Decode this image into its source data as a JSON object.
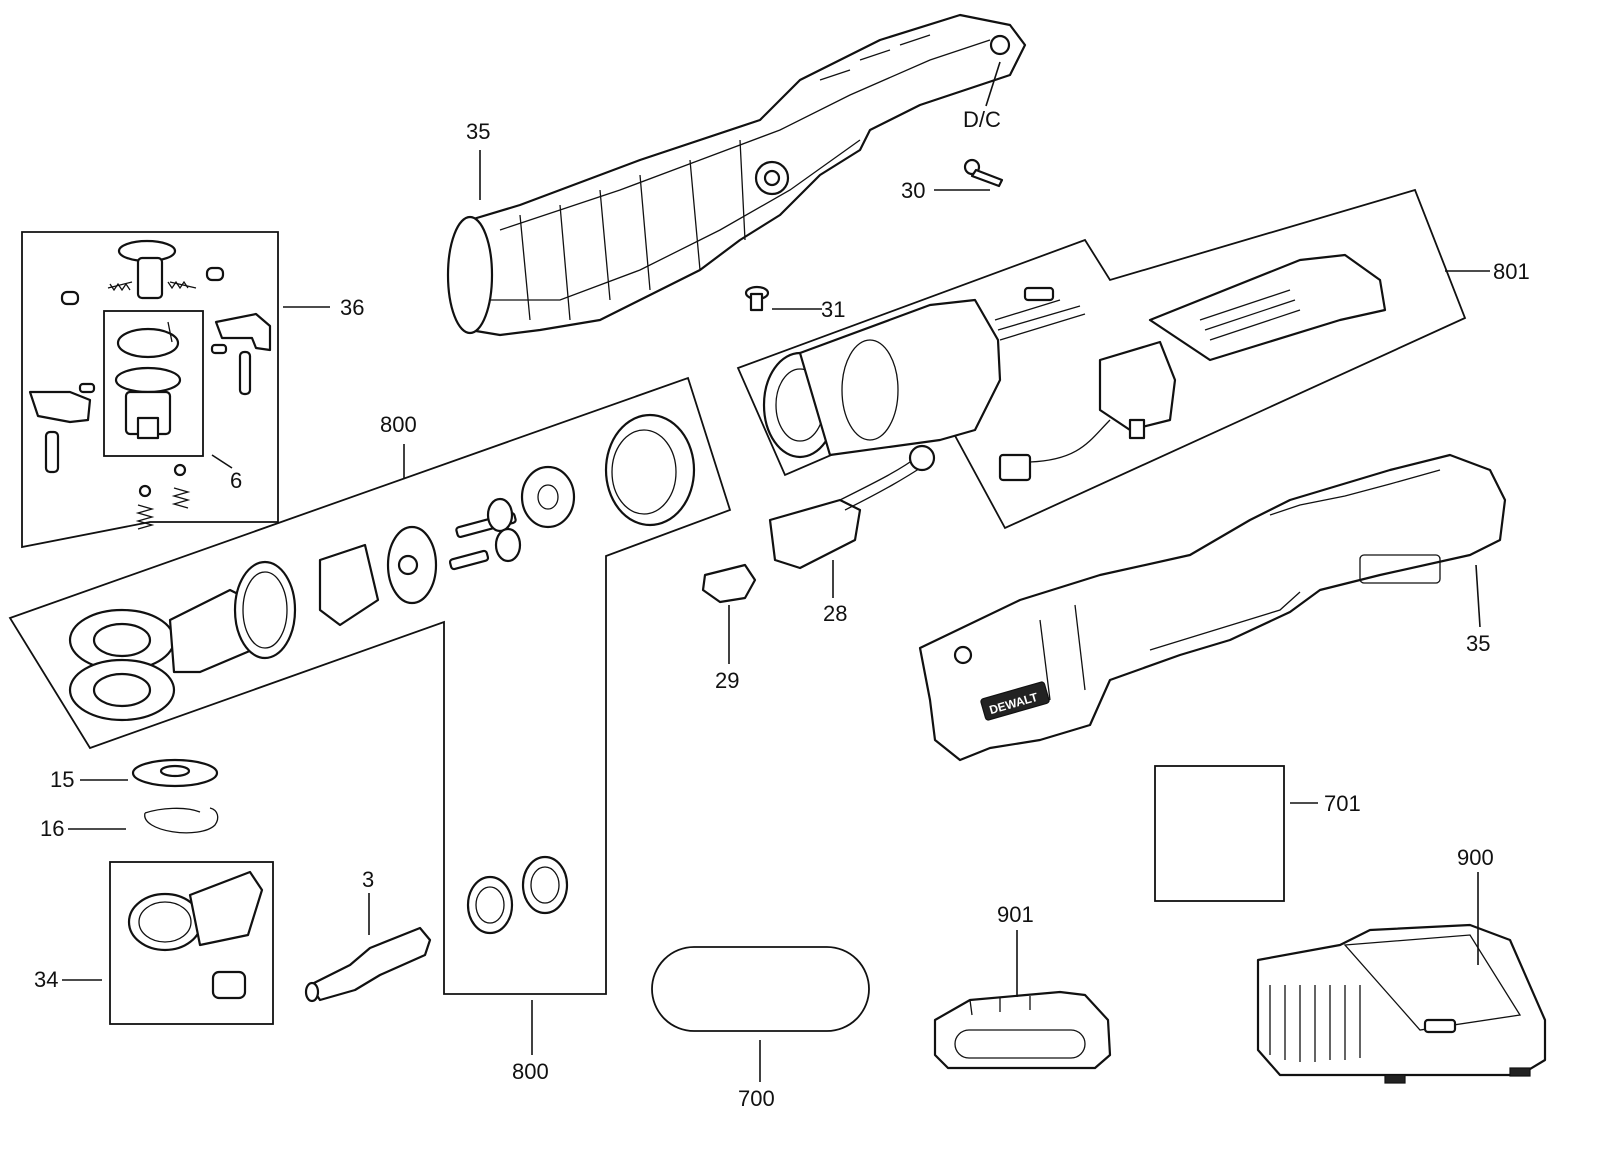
{
  "callouts": {
    "c35_top": "35",
    "c_dc": "D/C",
    "c30": "30",
    "c31": "31",
    "c801": "801",
    "c36": "36",
    "c6": "6",
    "c800_top": "800",
    "c28": "28",
    "c29": "29",
    "c35_right": "35",
    "c15": "15",
    "c16": "16",
    "c3": "3",
    "c34": "34",
    "c800_bottom": "800",
    "c700": "700",
    "c701": "701",
    "c901": "901",
    "c900": "900"
  },
  "brand_mark": "DEWALT",
  "colors": {
    "line": "#111111",
    "background": "#ffffff"
  }
}
